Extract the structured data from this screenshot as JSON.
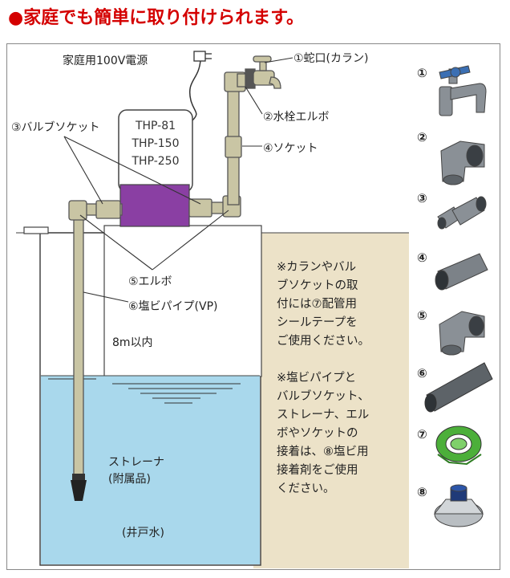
{
  "headline": "●家庭でも簡単に取り付けられます。",
  "labels": {
    "power": "家庭用100V電源",
    "faucet": "①蛇口(カラン)",
    "elbow_faucet": "②水栓エルボ",
    "valve_socket": "③バルブソケット",
    "socket": "④ソケット",
    "elbow": "⑤エルボ",
    "pipe": "⑥塩ビパイプ(VP)",
    "depth": "8m以内",
    "strainer": "ストレーナ",
    "strainer_note": "(附属品)",
    "well_water": "(井戸水)"
  },
  "models": [
    "THP-81",
    "THP-150",
    "THP-250"
  ],
  "notes": {
    "note1": [
      "※カランやバル",
      "ブソケットの取",
      "付には⑦配管用",
      "シールテープを",
      "ご使用ください。"
    ],
    "note2": [
      "※塩ビパイプと",
      "バルブソケット、",
      "ストレーナ、エル",
      "ボやソケットの",
      "接着は、⑧塩ビ用",
      "接着剤をご使用",
      "ください。"
    ]
  },
  "parts": [
    "①",
    "②",
    "③",
    "④",
    "⑤",
    "⑥",
    "⑦",
    "⑧"
  ],
  "colors": {
    "headline": "#d40000",
    "water": "#a9d8ec",
    "ground": "#ece2c8",
    "pipe": "#c9c5a4",
    "pump": "#8a3fa3",
    "gray_part": "#7c8288"
  }
}
